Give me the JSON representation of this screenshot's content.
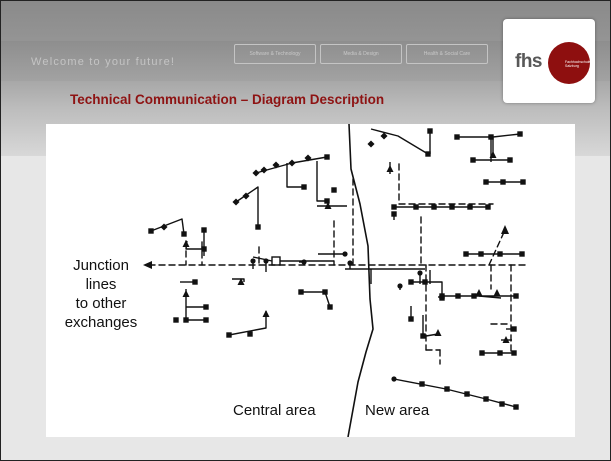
{
  "header": {
    "welcome": "Welcome to your future!",
    "nav_buttons": [
      "Software & Technology",
      "Media & Design",
      "Health & Social Care"
    ],
    "logo_text": "fhs",
    "logo_subtext": "Fachhochschule Salzburg"
  },
  "slide": {
    "title": "Technical Communication – Diagram Description"
  },
  "diagram": {
    "junction_label": [
      "Junction",
      "lines",
      "to other",
      "exchanges"
    ],
    "central_area": "Central area",
    "new_area": "New area"
  }
}
